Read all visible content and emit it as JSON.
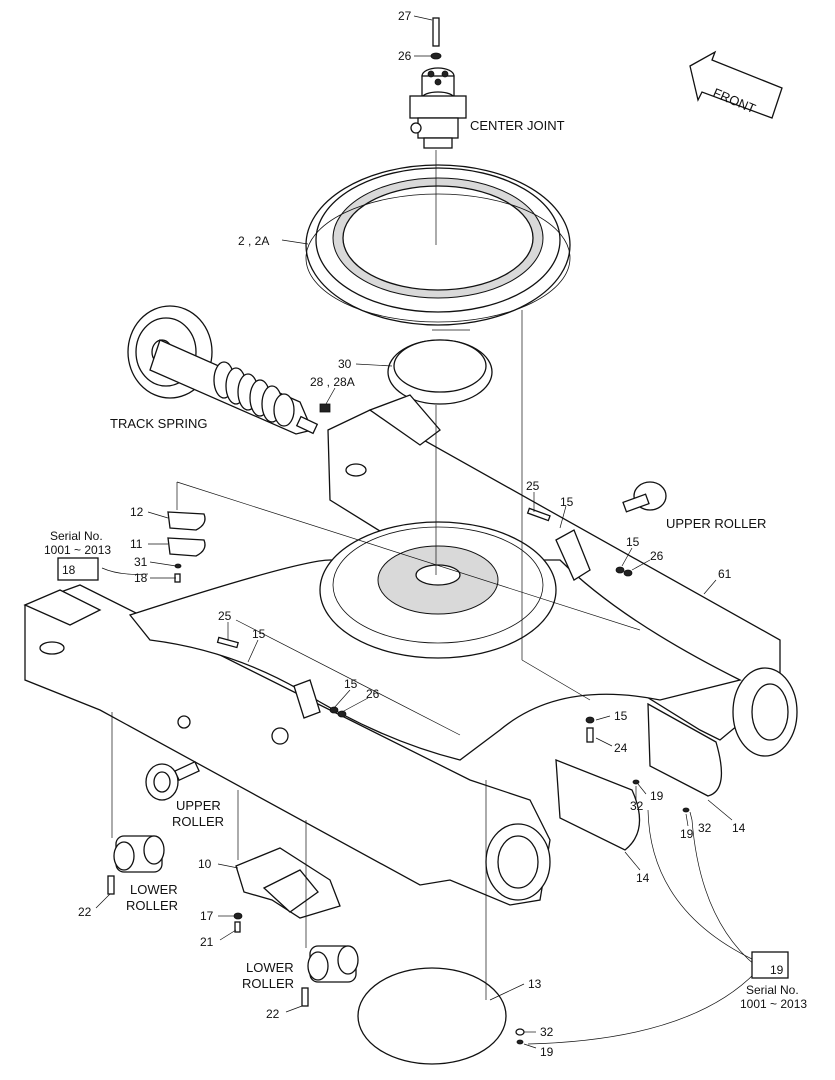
{
  "labels": {
    "n27": "27",
    "n26_top": "26",
    "center_joint": "CENTER JOINT",
    "front": "FRONT",
    "n2_2a": "2 , 2A",
    "n30": "30",
    "n28_28a": "28 , 28A",
    "track_spring": "TRACK SPRING",
    "n12": "12",
    "n11": "11",
    "serial_left_1": "Serial No.",
    "serial_left_2": "1001 ~ 2013",
    "n18_box": "18",
    "n31": "31",
    "n18": "18",
    "n25_right": "25",
    "n15_a": "15",
    "n15_b": "15",
    "n26_right": "26",
    "upper_roller_right": "UPPER ROLLER",
    "n61": "61",
    "n25_left": "25",
    "n15_c": "15",
    "n15_d": "15",
    "n26_mid": "26",
    "n15_e": "15",
    "n24": "24",
    "n19_a": "19",
    "n32_a": "32",
    "n19_b": "19",
    "n32_b": "32",
    "n14_a": "14",
    "n14_b": "14",
    "upper_roller_left_1": "UPPER",
    "upper_roller_left_2": "ROLLER",
    "n10": "10",
    "lower_roller_left_1": "LOWER",
    "lower_roller_left_2": "ROLLER",
    "n22_a": "22",
    "n17": "17",
    "n21": "21",
    "lower_roller_mid_1": "LOWER",
    "lower_roller_mid_2": "ROLLER",
    "n22_b": "22",
    "n13": "13",
    "n32_c": "32",
    "n19_c": "19",
    "n19_box": "19",
    "serial_right_1": "Serial No.",
    "serial_right_2": "1001 ~ 2013"
  }
}
